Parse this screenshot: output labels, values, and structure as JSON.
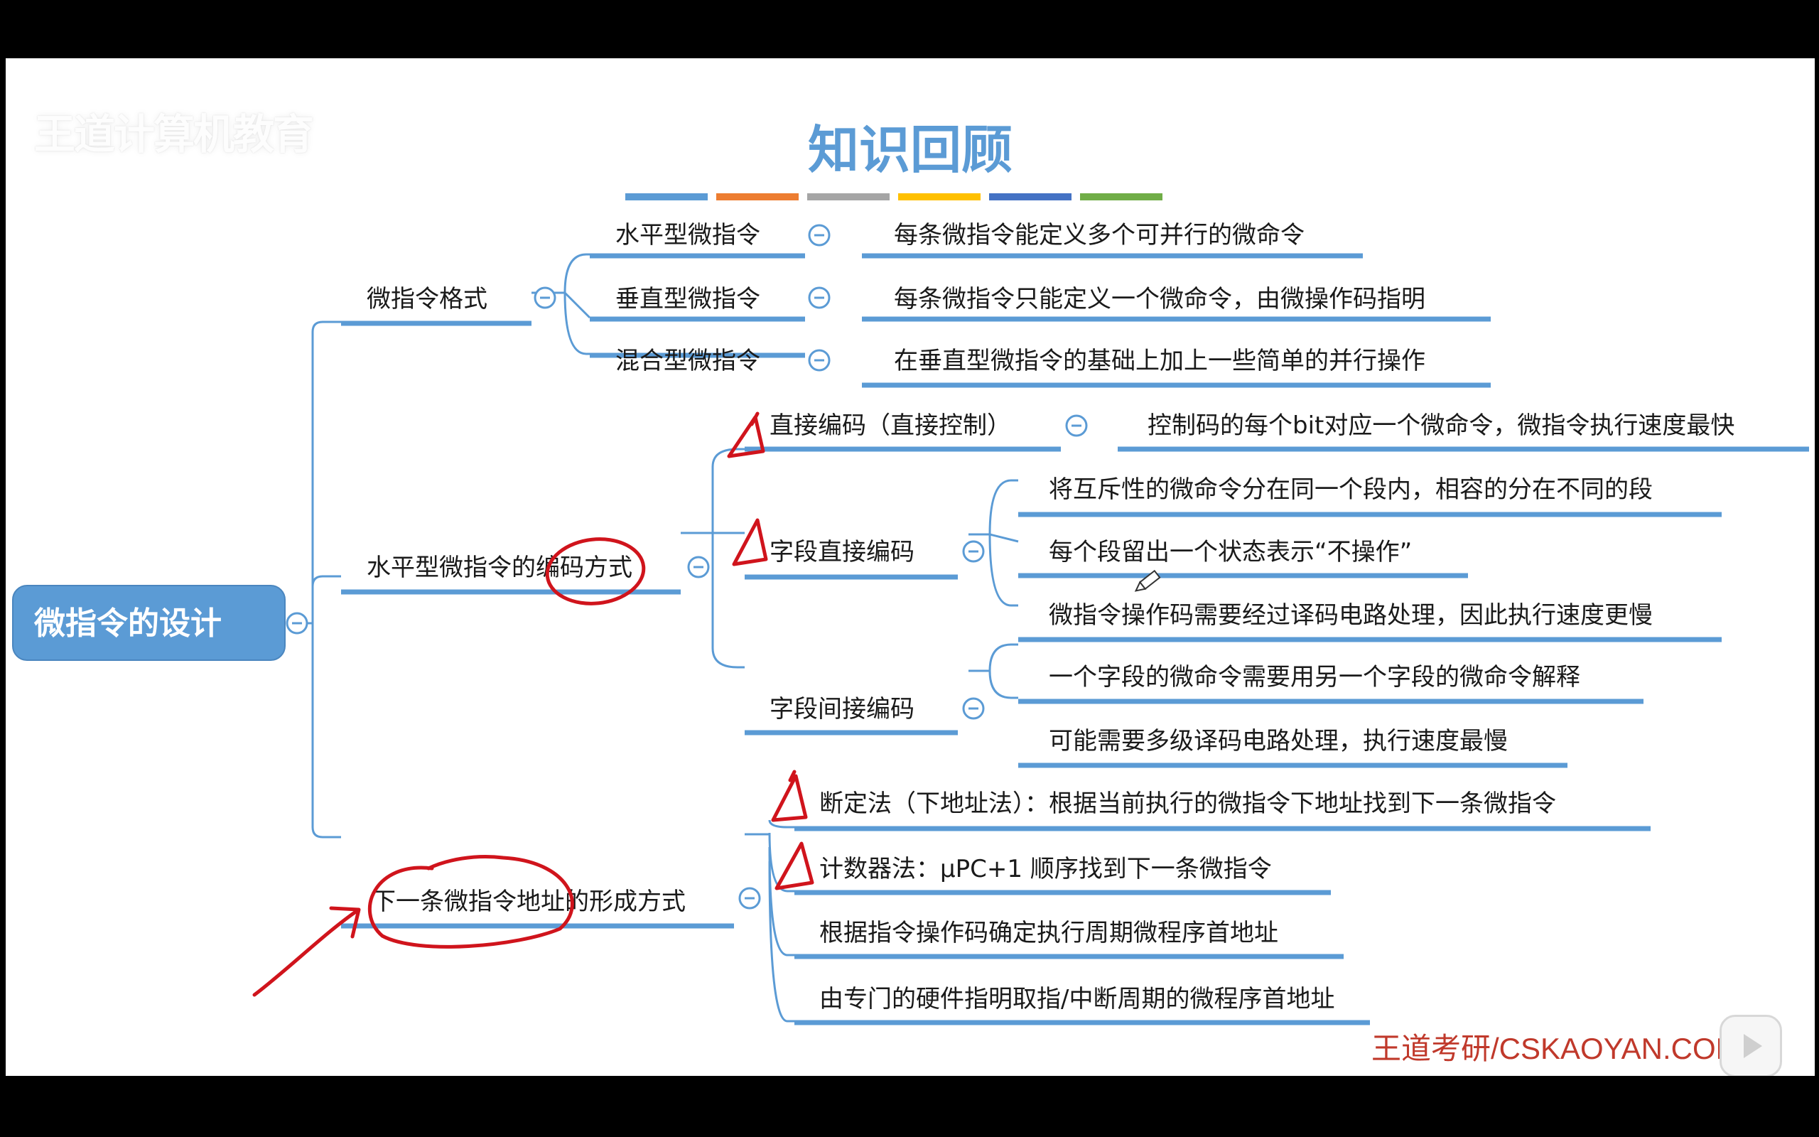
{
  "watermark": "王道计算机教育",
  "title": "知识回顾",
  "colorbar": [
    "#5B9BD5",
    "#ED7D31",
    "#A5A5A5",
    "#FFC000",
    "#4472C4",
    "#70AD47"
  ],
  "root": "微指令的设计",
  "branches": [
    {
      "label": "微指令格式",
      "children": [
        {
          "label": "水平型微指令",
          "desc": "每条微指令能定义多个可并行的微命令"
        },
        {
          "label": "垂直型微指令",
          "desc": "每条微指令只能定义一个微命令，由微操作码指明"
        },
        {
          "label": "混合型微指令",
          "desc": "在垂直型微指令的基础上加上一些简单的并行操作"
        }
      ]
    },
    {
      "label": "水平型微指令的编码方式",
      "children": [
        {
          "label": "直接编码（直接控制）",
          "details": [
            "控制码的每个bit对应一个微命令，微指令执行速度最快"
          ]
        },
        {
          "label": "字段直接编码",
          "details": [
            "将互斥性的微命令分在同一个段内，相容的分在不同的段",
            "每个段留出一个状态表示“不操作”",
            "微指令操作码需要经过译码电路处理，因此执行速度更慢"
          ]
        },
        {
          "label": "字段间接编码",
          "details": [
            "一个字段的微命令需要用另一个字段的微命令解释",
            "可能需要多级译码电路处理，执行速度最慢"
          ]
        }
      ]
    },
    {
      "label": "下一条微指令地址的形成方式",
      "children": [
        {
          "label": "断定法（下地址法）：根据当前执行的微指令下地址找到下一条微指令"
        },
        {
          "label": "计数器法：μPC+1 顺序找到下一条微指令"
        },
        {
          "label": "根据指令操作码确定执行周期微程序首地址"
        },
        {
          "label": "由专门的硬件指明取指/中断周期的微程序首地址"
        }
      ]
    }
  ],
  "credit": "王道考研/CSKAOYAN.COM"
}
